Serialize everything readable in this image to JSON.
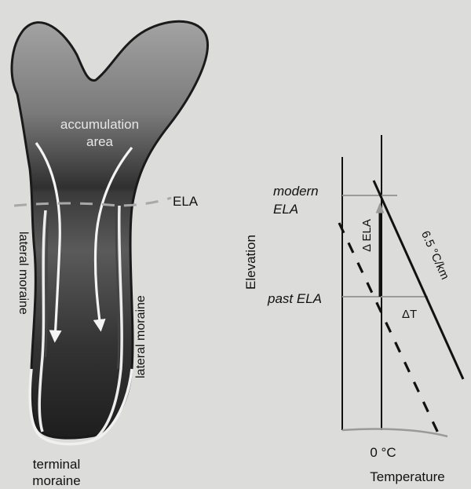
{
  "glacier": {
    "accumulation_label_line1": "accumulation",
    "accumulation_label_line2": "area",
    "ela_label": "ELA",
    "lateral_moraine_left": "lateral moraine",
    "lateral_moraine_right": "lateral moraine",
    "terminal_moraine_line1": "terminal",
    "terminal_moraine_line2": "moraine"
  },
  "graph": {
    "modern_ela_line1": "modern",
    "modern_ela_line2": "ELA",
    "past_ela": "past ELA",
    "y_axis_label": "Elevation",
    "x_tick_label": "0 °C",
    "x_axis_label": "Temperature",
    "lapse_rate_label": "6.5 °C/km",
    "delta_ela_label": "Δ ELA",
    "delta_t_label": "ΔT"
  },
  "colors": {
    "background": "#dcdcda",
    "ice_dark": "#2e2e2e",
    "ice_light": "#9a9a9a",
    "outline": "#1a1a1a",
    "flow_arrow": "#f4f4f4",
    "ela_line": "#a8a8a8"
  }
}
